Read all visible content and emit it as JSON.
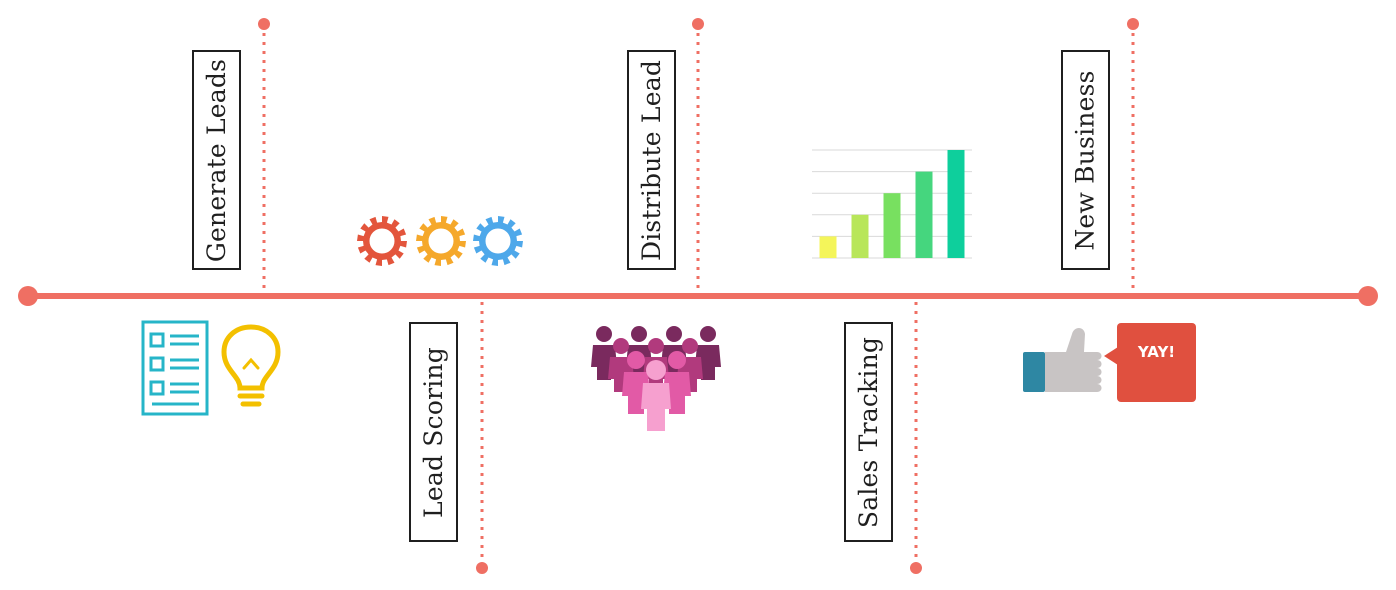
{
  "stages": [
    {
      "label": "Generate Leads"
    },
    {
      "label": "Lead Scoring"
    },
    {
      "label": "Distribute Lead"
    },
    {
      "label": "Sales Tracking"
    },
    {
      "label": "New Business"
    }
  ],
  "bubble": {
    "text": "YAY!"
  },
  "colors": {
    "timeline": "#ef6f63",
    "form": "#26b5c8",
    "bulb": "#f3c000",
    "gear_1": "#e3553c",
    "gear_2": "#f5a82b",
    "gear_3": "#4ea8ea",
    "bubble": "#e0503f",
    "thumb": "#c8c4c4",
    "cuff": "#2e87a3"
  },
  "chart_data": {
    "type": "bar",
    "values": [
      10,
      20,
      30,
      40,
      50
    ],
    "bar_colors": [
      "#f4f55a",
      "#b8e65a",
      "#78e060",
      "#45d67e",
      "#0ecf9c"
    ]
  },
  "icons": [
    "checklist-icon",
    "lightbulb-icon",
    "gear-icon",
    "people-group-icon",
    "bar-chart-icon",
    "thumbs-up-icon"
  ]
}
